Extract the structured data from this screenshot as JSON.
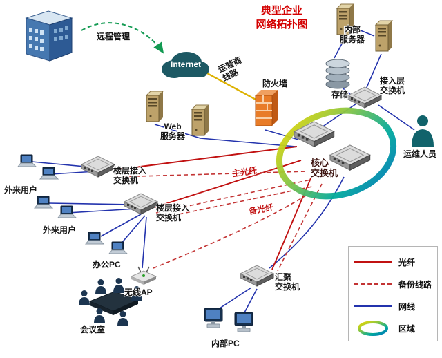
{
  "title": "典型企业\n网络拓扑图",
  "nodes": {
    "remote_mgmt": "远程管理",
    "internet": "Internet",
    "carrier_line": "运营商\n线路",
    "firewall": "防火墙",
    "internal_servers": "内部\n服务器",
    "storage": "存储",
    "access_switch": "接入层\n交换机",
    "ops_staff": "运维人员",
    "core_switch": "核心\n交换机",
    "web_server": "Web\n服务器",
    "floor_switch_1": "楼层接入\n交换机",
    "floor_switch_2": "楼层接入\n交换机",
    "external_users_1": "外来用户",
    "external_users_2": "外来用户",
    "office_pc": "办公PC",
    "wireless_ap": "无线AP",
    "conference_room": "会议室",
    "aggregation_switch": "汇聚\n交换机",
    "internal_pc": "内部PC"
  },
  "line_labels": {
    "main_fiber": "主光纤",
    "backup_fiber": "备光纤"
  },
  "legend": {
    "items": [
      {
        "key": "fiber",
        "label": "光纤"
      },
      {
        "key": "backup",
        "label": "备份线路"
      },
      {
        "key": "ethernet",
        "label": "网线"
      },
      {
        "key": "zone",
        "label": "区域"
      }
    ]
  },
  "colors": {
    "fiber": "#c11111",
    "backup": "#c33434",
    "ethernet": "#2333ad",
    "carrier_line": "#ddb100",
    "remote_link": "#129a52",
    "title": "#d40000"
  }
}
